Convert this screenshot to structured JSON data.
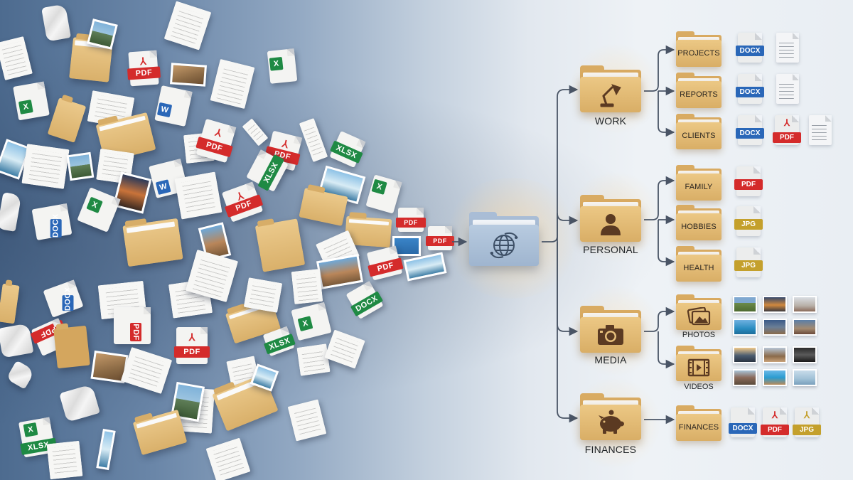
{
  "diagram": {
    "concept": "Chaotic scattered files organized into a folder hierarchy",
    "colors": {
      "background_left": "#4d6b8f",
      "background_right": "#eef2f6",
      "folder": "#e2bb78",
      "hub_folder": "#a9bdd6",
      "connector": "#4a5566",
      "pdf": "#d42b2b",
      "docx": "#2a67b8",
      "xlsx": "#1f8a44",
      "jpg": "#c4a02c"
    },
    "scattered": {
      "labels": {
        "pdf": "PDF",
        "docx": "DOCX",
        "xlsx": "XLSX",
        "excel_badge": "X",
        "word_badge": "W"
      }
    },
    "hub": {
      "icon": "globe-icon",
      "color": "#a9bdd6"
    },
    "tree": {
      "categories": [
        {
          "label": "WORK",
          "icon": "desk-lamp-icon",
          "children": [
            {
              "label": "PROJECTS",
              "files": [
                "DOCX",
                "TEXT"
              ]
            },
            {
              "label": "REPORTS",
              "files": [
                "DOCX",
                "TEXT"
              ]
            },
            {
              "label": "CLIENTS",
              "files": [
                "DOCX",
                "PDF",
                "TEXT"
              ]
            }
          ]
        },
        {
          "label": "PERSONAL",
          "icon": "person-icon",
          "children": [
            {
              "label": "FAMILY",
              "files": [
                "PDF"
              ]
            },
            {
              "label": "HOBBIES",
              "files": [
                "JPG"
              ]
            },
            {
              "label": "HEALTH",
              "files": [
                "JPG"
              ]
            }
          ]
        },
        {
          "label": "MEDIA",
          "icon": "camera-icon",
          "children": [
            {
              "label": "PHOTOS",
              "icon": "photos-icon",
              "thumbnails": 6
            },
            {
              "label": "VIDEOS",
              "icon": "film-play-icon",
              "thumbnails": 6
            }
          ]
        },
        {
          "label": "FINANCES",
          "icon": "piggy-bank-icon",
          "children": [
            {
              "label": "FINANCES",
              "files": [
                "DOCX",
                "PDF",
                "JPG"
              ]
            }
          ]
        }
      ]
    }
  }
}
